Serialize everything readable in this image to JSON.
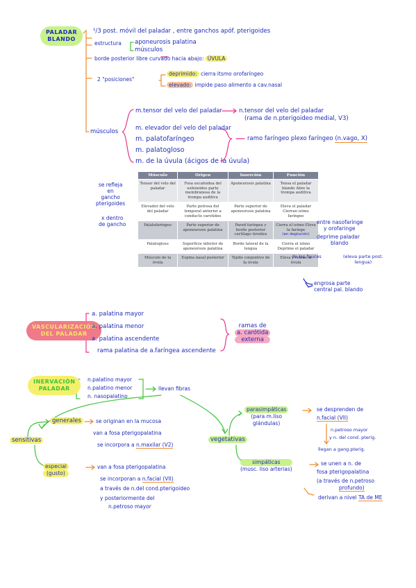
{
  "colors": {
    "ink": "#1f2bb8",
    "orange": "#f08a2a",
    "pink": "#e8338a",
    "green": "#3fc23a",
    "yellow": "#f4f06b",
    "table_header": "#7b8294"
  },
  "s1": {
    "title_line1": "PALADAR",
    "title_line2": "BLANDO",
    "l1": "¹/3 post. móvil del paladar , entre ganchos apóf. pterigoides",
    "l2_prefix": "estructura",
    "l2a": "aponeurosis palatina",
    "l2b": "músculos",
    "l3_text": "borde posterior libre curvado hacia abajo:",
    "l3_hl": "ÚVULA",
    "l4_prefix": "2 \"posiciones\"",
    "l4a_hl": "deprimido:",
    "l4a_text": "cierra itsmo orofaríngeo",
    "l4b_hl": "elevado:",
    "l4b_text": "impide paso alimento a cav.nasal",
    "musc_label": "músculos",
    "m1": "m.tensor del velo del paladar",
    "m1_nerve_1": "n.tensor del velo del paladar",
    "m1_nerve_2": "(rama de n.pterigoideo medial, V3)",
    "m2": "m. elevador del velo del paladar",
    "m3": "m. palatofaríngeo",
    "m4": "m. palatogloso",
    "m5": "m. de la úvula (ácigos de la úvula)",
    "plexo": "ramo faríngeo plexo faríngeo",
    "plexo_n": "(n.vago, X)"
  },
  "table": {
    "headers": [
      "Músculo",
      "Origen",
      "Inserción",
      "Función"
    ],
    "rows": [
      [
        "Tensor del velo del paladar",
        "Fosa escafoidea del esfenoides parte membranosa de la trompa auditiva",
        "Aponeurosis palatina",
        "Tensa el paladar blando Abre la trompa auditiva"
      ],
      [
        "Elevador del velo del paladar",
        "Parte petrosa del temporal anterior a conducto carotídeo",
        "Parte superior de aponeurosis palatina",
        "Eleva el paladar Cierran istmo faríngeo"
      ],
      [
        "Palatofaríngeo",
        "Parte superior de aponeurosis palatina",
        "Pared faríngea y borde posterior cartílago tiroides",
        "Cierra el istmo Eleva la faringe"
      ],
      [
        "Palatogloso",
        "Superficie inferior de aponeurosis palatina",
        "Borde lateral de la lengua",
        "Cierra el istmo Deprime el paladar"
      ],
      [
        "Músculo de la úvula",
        "Espina nasal posterior",
        "Tejido conjuntivo de la úvula",
        "Eleva y retrae la úvula"
      ]
    ],
    "deglucion": "(en deglución)"
  },
  "notes": {
    "n1": [
      "se refleja",
      "en",
      "gancho",
      "pterigoides"
    ],
    "n2": [
      "x dentro",
      "de gancho"
    ],
    "n3": [
      "entre nasofaringe",
      "y orofaringe"
    ],
    "n4": [
      "deprime paladar",
      "blando"
    ],
    "n5": "de las fauces",
    "n6": [
      "(eleva parte post.",
      "lengua)"
    ],
    "n7": [
      "engrosa parte",
      "central pal. blando"
    ]
  },
  "s2": {
    "title_line1": "VASCULARIZACIÓN",
    "title_line2": "DEL PALADAR",
    "a1": "a. palatina mayor",
    "a2": "a. palatina menor",
    "a3": "a. palatina ascendente",
    "a4": "rama palatina de a.faríngea ascendente",
    "ramas_1": "ramas de",
    "ramas_2": "a. carótida",
    "ramas_3": "externa"
  },
  "s3": {
    "title_line1": "INERVACIÓN",
    "title_line2": "PALADAR",
    "n1": "n.palatino mayor",
    "n2": "n.palatino menor",
    "n3": "n. nasopalatino",
    "llevan": "llevan fibras",
    "sensitivas": "sensitivas",
    "generales": "generales",
    "gen_1": "se originan en la mucosa",
    "gen_2": "van a fosa pterigopalatina",
    "gen_3_pre": "se incorpora a",
    "gen_3_u": "n.maxilar (V2)",
    "especial_1": "especial",
    "especial_2": "(gusto)",
    "esp_1": "van a fosa pterigopalatina",
    "esp_2_pre": "se incorporan a",
    "esp_2_u": "n.facial (VII)",
    "esp_3": "a través de n.del cond.pterigoideo",
    "esp_4": "y posteriormente del",
    "esp_5": "n.petroso mayor",
    "vegetativas": "vegetativas",
    "para_1": "parasimpáticas",
    "para_2": "(para m.liso",
    "para_3": "glándulas)",
    "para_r1": "se desprenden de",
    "para_r2": "n.facial (VII)",
    "para_r3": "n.petroso mayor",
    "para_r4": "y n. del cond. pterig.",
    "para_r5": "llegan a gang.pterig.",
    "simp_1": "simpáticas",
    "simp_2": "(musc. liso arterias)",
    "simp_r1": "se unen a n. de",
    "simp_r2": "fosa pterigopalatina",
    "simp_r3": "(a través de n.petroso",
    "simp_r4": "profundo)",
    "simp_r5_pre": "derivan a nivel",
    "simp_r5_u": "TA de ME"
  }
}
